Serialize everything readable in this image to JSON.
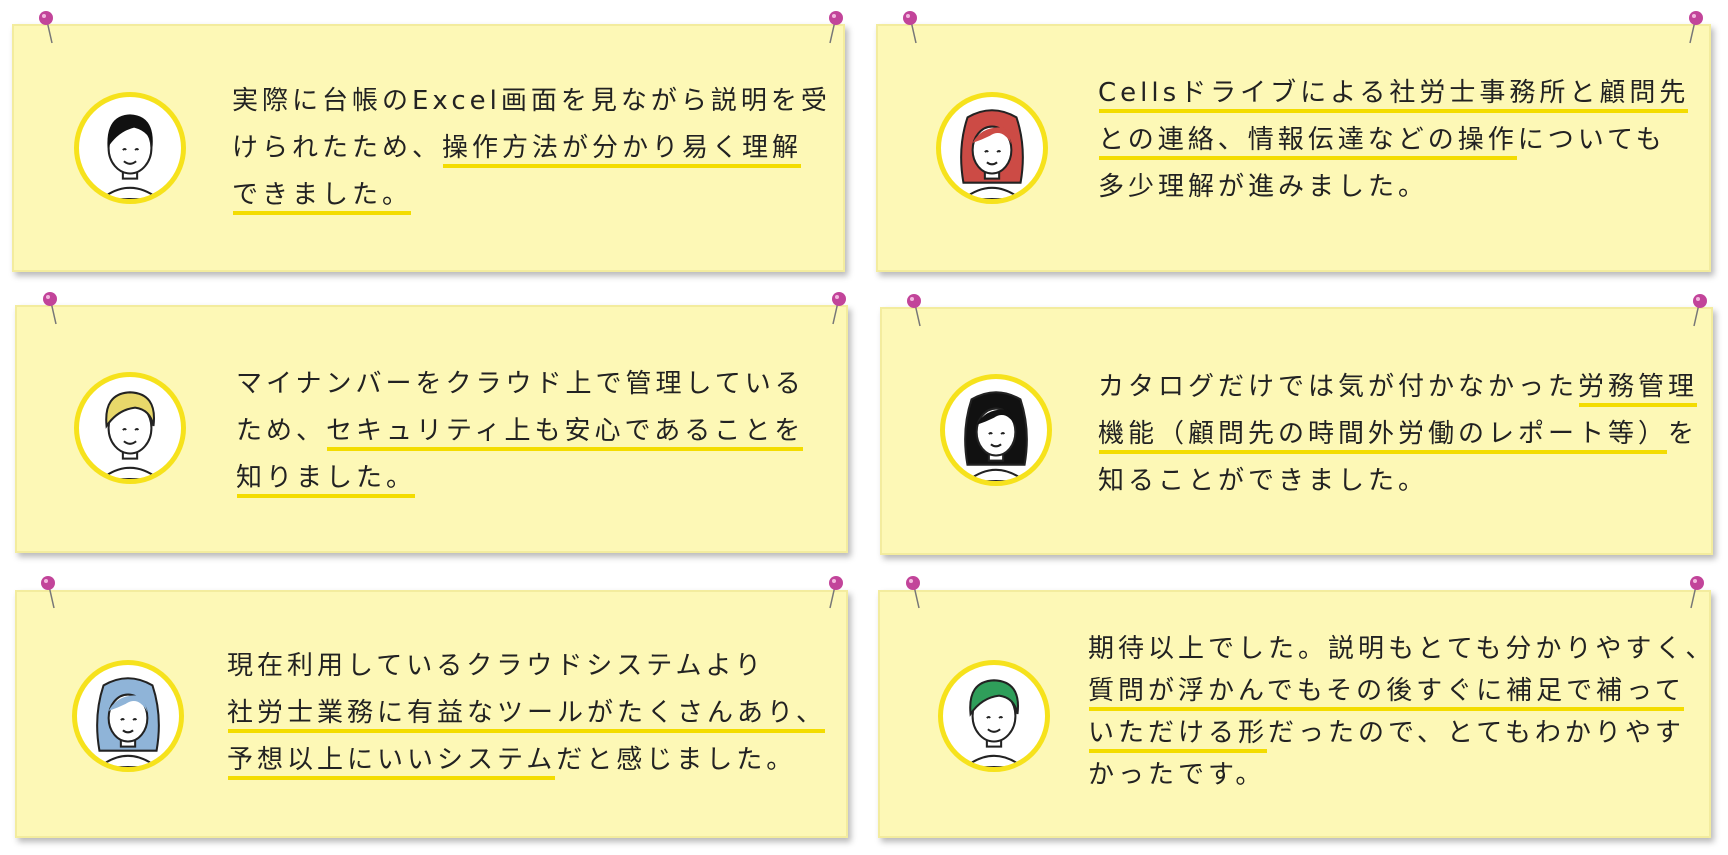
{
  "colors": {
    "note_bg": "#fdf8b6",
    "highlight_underline": "#f3dc00",
    "avatar_ring": "#f6e21c",
    "pin": "#c2449a"
  },
  "testimonials": [
    {
      "avatar": "man-black-hair-icon",
      "lines": [
        [
          {
            "t": "実際に台帳のExcel画面を見ながら説明を受",
            "u": false
          }
        ],
        [
          {
            "t": "けられたため、",
            "u": false
          },
          {
            "t": "操作方法が分かり易く理解",
            "u": true
          }
        ],
        [
          {
            "t": "できました。",
            "u": true
          }
        ]
      ]
    },
    {
      "avatar": "woman-red-hair-icon",
      "lines": [
        [
          {
            "t": "Cellsドライブによる社労士事務所と顧問先",
            "u": true
          }
        ],
        [
          {
            "t": "との連絡、情報伝達などの操作",
            "u": true
          },
          {
            "t": "についても",
            "u": false
          }
        ],
        [
          {
            "t": "多少理解が進みました。",
            "u": false
          }
        ]
      ]
    },
    {
      "avatar": "man-yellow-hair-icon",
      "lines": [
        [
          {
            "t": "マイナンバーをクラウド上で管理している",
            "u": false
          }
        ],
        [
          {
            "t": "ため、",
            "u": false
          },
          {
            "t": "セキュリティ上も安心であることを",
            "u": true
          }
        ],
        [
          {
            "t": "知りました。",
            "u": true
          }
        ]
      ]
    },
    {
      "avatar": "woman-black-hair-icon",
      "lines": [
        [
          {
            "t": "カタログだけでは気が付かなかった",
            "u": false
          },
          {
            "t": "労務管理",
            "u": true
          }
        ],
        [
          {
            "t": "機能（顧問先の時間外労働のレポート等）",
            "u": true
          },
          {
            "t": "を",
            "u": false
          }
        ],
        [
          {
            "t": "知ることができました。",
            "u": false
          }
        ]
      ]
    },
    {
      "avatar": "woman-blue-hair-icon",
      "lines": [
        [
          {
            "t": "現在利用しているクラウドシステムより",
            "u": false
          }
        ],
        [
          {
            "t": "社労士業務に有益なツールがたくさんあり、",
            "u": true
          }
        ],
        [
          {
            "t": "予想以上にいいシステム",
            "u": true
          },
          {
            "t": "だと感じました。",
            "u": false
          }
        ]
      ]
    },
    {
      "avatar": "man-green-hair-icon",
      "lines": [
        [
          {
            "t": "期待以上でした。説明もとても分かりやすく、",
            "u": false
          }
        ],
        [
          {
            "t": "質問が浮かんでもその後すぐに補足で補って",
            "u": true
          }
        ],
        [
          {
            "t": "いただける形",
            "u": true
          },
          {
            "t": "だったので、とてもわかりやす",
            "u": false
          }
        ],
        [
          {
            "t": "かったです。",
            "u": false
          }
        ]
      ]
    }
  ]
}
